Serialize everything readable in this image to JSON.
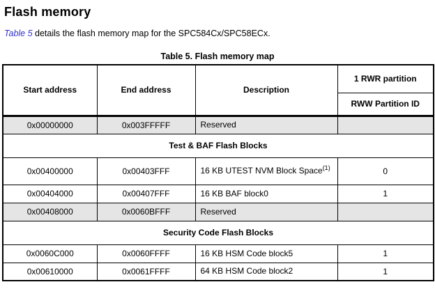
{
  "page": {
    "heading": "Flash memory",
    "intro": {
      "link_text": "Table 5",
      "rest_text": " details the flash memory map for the SPC584Cx/SPC58ECx."
    },
    "table_title": "Table 5. Flash memory map"
  },
  "table": {
    "header": {
      "start_address": "Start address",
      "end_address": "End address",
      "description": "Description",
      "partition_top": "1 RWR partition",
      "partition_bottom": "RWW Partition ID"
    },
    "rows": [
      {
        "type": "data",
        "shaded": true,
        "start": "0x00000000",
        "end": "0x003FFFFF",
        "description": "Reserved",
        "partition": ""
      },
      {
        "type": "section",
        "label": "Test & BAF Flash Blocks"
      },
      {
        "type": "data",
        "shaded": false,
        "tall": true,
        "start": "0x00400000",
        "end": "0x00403FFF",
        "description": "16 KB UTEST NVM Block Space",
        "description_sup": "(1)",
        "partition": "0"
      },
      {
        "type": "data",
        "shaded": false,
        "start": "0x00404000",
        "end": "0x00407FFF",
        "description": "16 KB BAF block0",
        "partition": "1"
      },
      {
        "type": "data",
        "shaded": true,
        "start": "0x00408000",
        "end": "0x0060BFFF",
        "description": "Reserved",
        "partition": ""
      },
      {
        "type": "section",
        "label": "Security Code Flash Blocks"
      },
      {
        "type": "data",
        "shaded": false,
        "start": "0x0060C000",
        "end": "0x0060FFFF",
        "description": "16 KB HSM Code block5",
        "partition": "1"
      },
      {
        "type": "data",
        "shaded": false,
        "start": "0x00610000",
        "end": "0x0061FFFF",
        "description": "64 KB HSM Code block2",
        "partition": "1"
      }
    ]
  },
  "colors": {
    "shaded_row": "#e5e5e5",
    "link_blue": "#3333cc",
    "border": "#000000"
  }
}
